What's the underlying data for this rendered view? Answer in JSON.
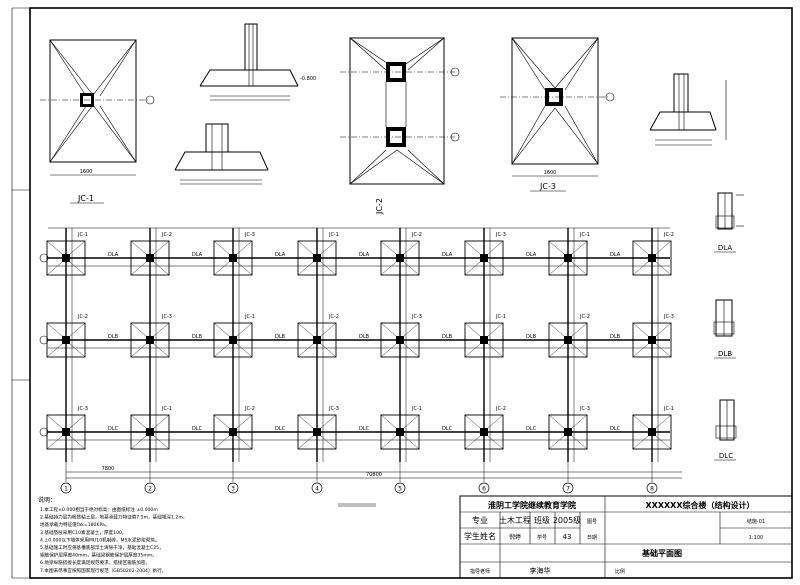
{
  "details": {
    "jc1_plan_label": "JC-1",
    "jc2_plan_label": "JC-2",
    "jc3_plan_label": "JC-3",
    "jc1_width": "1600",
    "jc3_width": "1600"
  },
  "plan": {
    "total_dim": "70800",
    "bay_dim": "7800",
    "footing_tags": [
      "JC-1",
      "JC-2",
      "JC-3"
    ],
    "beam_tags": [
      "DLA",
      "DLB",
      "DLC"
    ],
    "axis_numbers": [
      "1",
      "2",
      "3",
      "4",
      "5",
      "6",
      "7",
      "8"
    ],
    "section_label": "基础平面图"
  },
  "sections": {
    "dla_label": "DLA",
    "dlb_label": "DLB",
    "dlc_label": "DLC",
    "elev": "-0.800"
  },
  "notes": {
    "heading": "说明：",
    "lines": [
      "1.本工程±0.000相当于绝对标高：由图纸标注 ±0.000m",
      "2.基础持力层为粉质粘土层，地基承载力特征值7.5m，基础埋深1.2m，",
      "  地基承载力特征值fak=180KPa。",
      "3.基础垫层采用C10素混凝土，厚度100。",
      "4.±0.000以下墙体采用MU10机制砖，M5水泥砂浆砌筑。",
      "5.基础施工时应将基槽底部浮土清除干净，基础混凝土C25，",
      "  钢筋保护层厚度40mm，基础梁钢筋保护层厚度35mm。",
      "6.地梁纵筋搭接长度满足规范要求，搭接区箍筋加密。",
      "7.本图未尽事宜按照国家现行规范（GB50202-2004）执行。"
    ]
  },
  "titleblock": {
    "school": "淮阴工学院继续教育学院",
    "project": "XXXXXX综合楼（结构设计）",
    "major_label": "专业",
    "major": "土木工程",
    "class_label": "班级",
    "class_value": "2005级",
    "name_label": "学生姓名",
    "name": "倪婷",
    "id_label": "学号",
    "id": "43",
    "drawing_name": "基础平面图",
    "supervisor_label": "指导老师",
    "supervisor": "李海华",
    "drawing_no_label": "图号",
    "date_label": "日期",
    "scale_label": "比例",
    "r1": "结施-01",
    "r2": "1:100"
  }
}
